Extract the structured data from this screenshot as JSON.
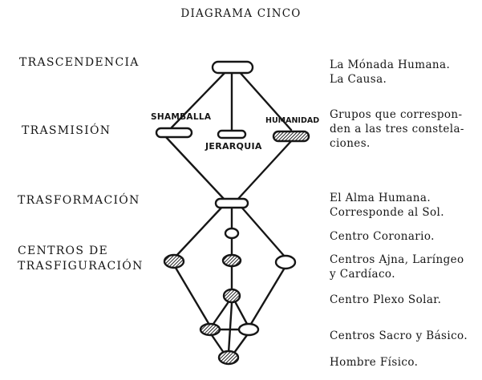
{
  "title": "DIAGRAMA CINCO",
  "levels": {
    "trascendencia": "TRASCENDENCIA",
    "trasmision": "TRASMISIÓN",
    "trasformacion": "TRASFORMACIÓN",
    "centros_1": "CENTROS DE",
    "centros_2": "TRASFIGURACIÓN"
  },
  "diagram_labels": {
    "shamballa": "SHAMBALLA",
    "jerarquia": "JERARQUIA",
    "humanidad": "HUMANIDAD"
  },
  "descriptions": {
    "monada_1": "La Mónada Humana.",
    "monada_2": "La Causa.",
    "grupos_1": "Grupos que correspon-",
    "grupos_2": "den a las tres constela-",
    "grupos_3": "ciones.",
    "alma_1": "El Alma Humana.",
    "alma_2": "Corresponde al Sol.",
    "coronario": "Centro Coronario.",
    "ajna_1": "Centros Ajna, Laríngeo",
    "ajna_2": "y Cardíaco.",
    "plexo": "Centro Plexo Solar.",
    "sacro": "Centros Sacro y Básico.",
    "fisico": "Hombre Físico."
  },
  "colors": {
    "ink": "#161616",
    "paper": "#ffffff"
  }
}
